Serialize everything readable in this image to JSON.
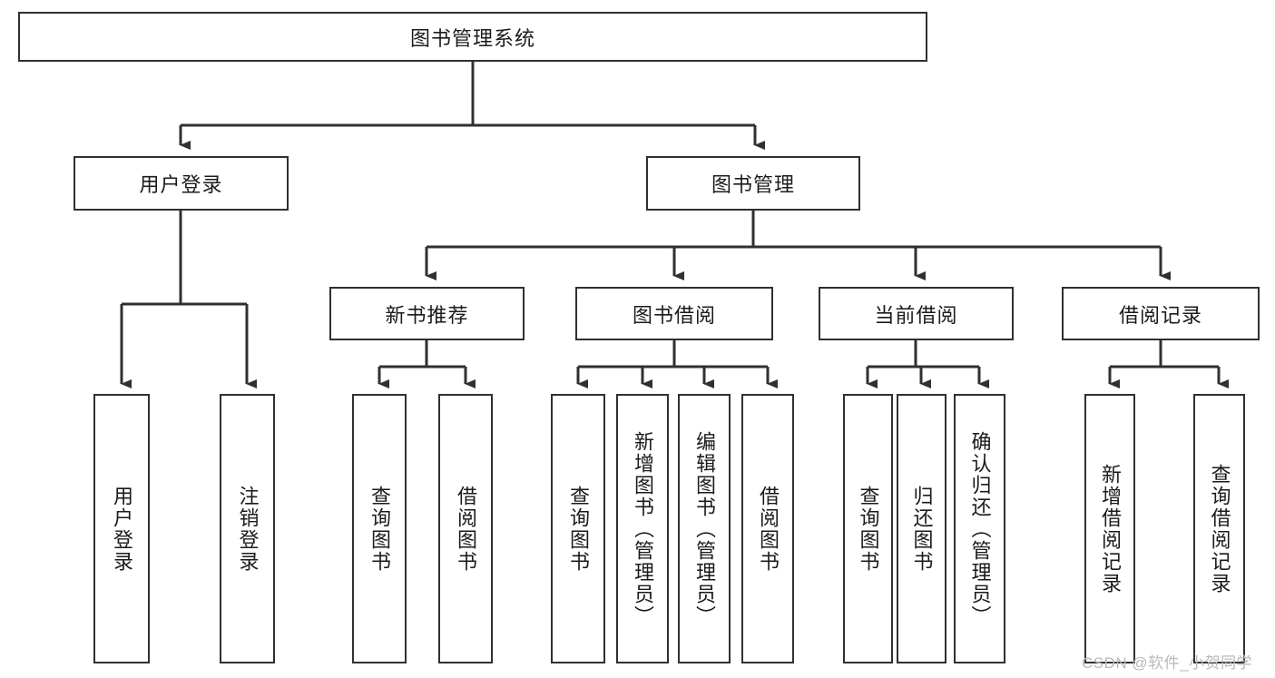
{
  "diagram": {
    "title": "图书管理系统",
    "type": "tree-hierarchy-chart",
    "root": {
      "label": "图书管理系统",
      "orientation": "horizontal"
    },
    "level1": [
      {
        "label": "用户登录",
        "orientation": "horizontal"
      },
      {
        "label": "图书管理",
        "orientation": "horizontal"
      }
    ],
    "level2": [
      {
        "label": "新书推荐",
        "orientation": "horizontal",
        "parent": "图书管理"
      },
      {
        "label": "图书借阅",
        "orientation": "horizontal",
        "parent": "图书管理"
      },
      {
        "label": "当前借阅",
        "orientation": "horizontal",
        "parent": "图书管理"
      },
      {
        "label": "借阅记录",
        "orientation": "horizontal",
        "parent": "图书管理"
      }
    ],
    "leaves": [
      {
        "label": "用户登录",
        "orientation": "vertical",
        "parent": "用户登录"
      },
      {
        "label": "注销登录",
        "orientation": "vertical",
        "parent": "用户登录"
      },
      {
        "label": "查询图书",
        "orientation": "vertical",
        "parent": "新书推荐"
      },
      {
        "label": "借阅图书",
        "orientation": "vertical",
        "parent": "新书推荐"
      },
      {
        "label": "查询图书",
        "orientation": "vertical",
        "parent": "图书借阅"
      },
      {
        "label": "新增图书（管理员）",
        "orientation": "vertical",
        "parent": "图书借阅"
      },
      {
        "label": "编辑图书（管理员）",
        "orientation": "vertical",
        "parent": "图书借阅"
      },
      {
        "label": "借阅图书",
        "orientation": "vertical",
        "parent": "图书借阅"
      },
      {
        "label": "查询图书",
        "orientation": "vertical",
        "parent": "当前借阅"
      },
      {
        "label": "归还图书",
        "orientation": "vertical",
        "parent": "当前借阅"
      },
      {
        "label": "确认归还（管理员）",
        "orientation": "vertical",
        "parent": "当前借阅"
      },
      {
        "label": "新增借阅记录",
        "orientation": "vertical",
        "parent": "借阅记录"
      },
      {
        "label": "查询借阅记录",
        "orientation": "vertical",
        "parent": "借阅记录"
      }
    ],
    "colors": {
      "stroke": "#30302f",
      "background": "#ffffff",
      "text": "#1b1b1b",
      "watermark": "#b9b9b9"
    }
  },
  "watermark": {
    "text": "CSDN @软件_小贺同学"
  }
}
